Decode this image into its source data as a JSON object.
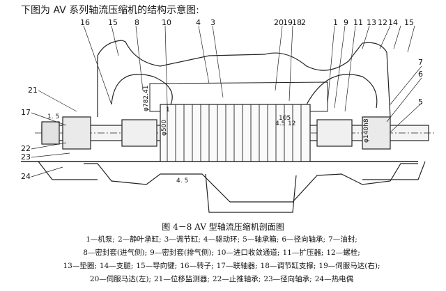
{
  "intro_text": "下图为 AV 系列轴流压缩机的结构示意图:",
  "callouts_top": [
    "16",
    "15",
    "8",
    "10",
    "4",
    "3",
    "20",
    "19",
    "18",
    "2",
    "1",
    "9",
    "11",
    "13",
    "12",
    "14",
    "15"
  ],
  "callouts_left": [
    "21",
    "17",
    "22",
    "23",
    "24"
  ],
  "callouts_right": [
    "7",
    "6",
    "5"
  ],
  "dimension_labels": {
    "phi782": "φ782.41",
    "phi500": "φ500",
    "one_five_left": "1. 5",
    "four_five": "4. 5",
    "four_five_two": "4.5",
    "hundred_five": "105",
    "stage_num": "12",
    "stage_one": "1",
    "shaft_phi": "φ140h8"
  },
  "caption": "图 4－8   AV 型轴流压缩机剖面图",
  "legend_lines": [
    [
      "1—机泵;",
      "2—静叶承缸;",
      "3—调节缸;",
      "4—驱动环;",
      "5—轴承箱;",
      "6—径向轴承;",
      "7—油封;"
    ],
    [
      "8—密封套(进气侧);",
      "9—密封套(排气侧);",
      "10—进口收敛通道;",
      "11—扩压器;",
      "12—螺栓;"
    ],
    [
      "13—垫圈;",
      "14—支腿;",
      "15—导向键;",
      "16—转子;",
      "17—联轴器;",
      "18—调节缸支撑;",
      "19—伺服马达(右);"
    ],
    [
      "20—伺服马达(左);",
      "21—位移监测器;",
      "22—止推轴承;",
      "23—径向轴承;",
      "24—热电偶"
    ]
  ]
}
